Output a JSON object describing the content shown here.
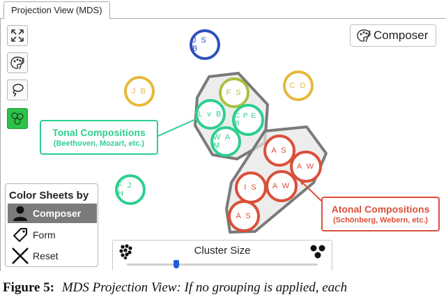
{
  "tab": {
    "label": "Projection View (MDS)"
  },
  "toolbar": {
    "tools": [
      "expand-icon",
      "palette-icon",
      "lasso-icon",
      "sheets-icon"
    ]
  },
  "composer_button": {
    "label": "Composer"
  },
  "nodes": {
    "jsb": "J S B",
    "jb": "J B",
    "cd": "C D",
    "fs": "F S",
    "lvb": "L v B",
    "cpeb": "C P E B",
    "wam": "W A M",
    "fjh": "F J H",
    "as1": "A S",
    "aw1": "A W",
    "is": "I S",
    "aw2": "A W",
    "as2": "A S"
  },
  "colors": {
    "tonal": "#2ecf8e",
    "atonal": "#d9503a",
    "gold": "#e6b93a",
    "blue": "#2f4fbf",
    "olive": "#a8c23e",
    "active_tool": "#2ec24a"
  },
  "tonal_callout": {
    "title": "Tonal Compositions",
    "subtitle": "(Beethoven, Mozart, etc.)"
  },
  "atonal_callout": {
    "title": "Atonal Compositions",
    "subtitle": "(Schönberg, Webern, etc.)"
  },
  "legend": {
    "title": "Color Sheets by",
    "items": [
      {
        "label": "Composer",
        "icon": "person-icon",
        "selected": true
      },
      {
        "label": "Form",
        "icon": "tag-icon",
        "selected": false
      },
      {
        "label": "Reset",
        "icon": "close-icon",
        "selected": false
      }
    ]
  },
  "cluster_slider": {
    "label": "Cluster Size",
    "value": 0.26
  },
  "caption": {
    "bold": "Figure 5:",
    "italic": "MDS Projection View: If no grouping is applied, each"
  }
}
